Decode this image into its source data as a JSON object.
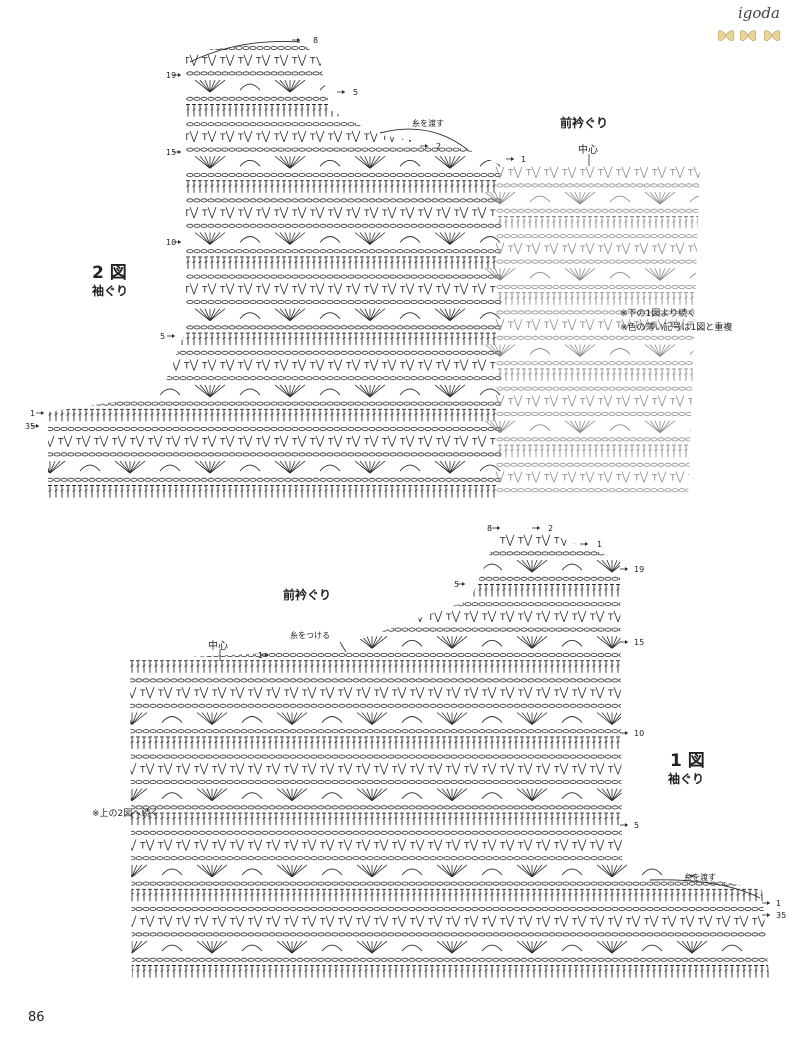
{
  "brand": {
    "name": "igoda",
    "ornament": "butterfly-ornament"
  },
  "page_number": "86",
  "chart2": {
    "title_num": "2",
    "title_kanji": "図",
    "subtitle": "袖ぐり",
    "neck_label": "前衿ぐり",
    "center_label": "中心",
    "yarn_label": "糸を渡す",
    "note1": "※下の1図より続く",
    "note2": "※色の薄い記号は1図と重複",
    "row_numbers": [
      "19",
      "15",
      "10",
      "5",
      "1",
      "35"
    ],
    "marker_numbers": [
      "8",
      "5",
      "2",
      "1"
    ]
  },
  "chart1": {
    "title_num": "1",
    "title_kanji": "図",
    "subtitle": "袖ぐり",
    "neck_label": "前衿ぐり",
    "center_label": "中心",
    "yarn_attach_label": "糸をつける",
    "yarn_label": "糸を渡す",
    "note": "※上の2図へ続く",
    "row_numbers": [
      "19",
      "15",
      "10",
      "5",
      "1",
      "35"
    ],
    "marker_numbers": [
      "8",
      "2",
      "1",
      "5",
      "1"
    ]
  },
  "colors": {
    "ink": "#2a2a2a",
    "ink_light": "#8a8a8a",
    "background": "#ffffff"
  }
}
